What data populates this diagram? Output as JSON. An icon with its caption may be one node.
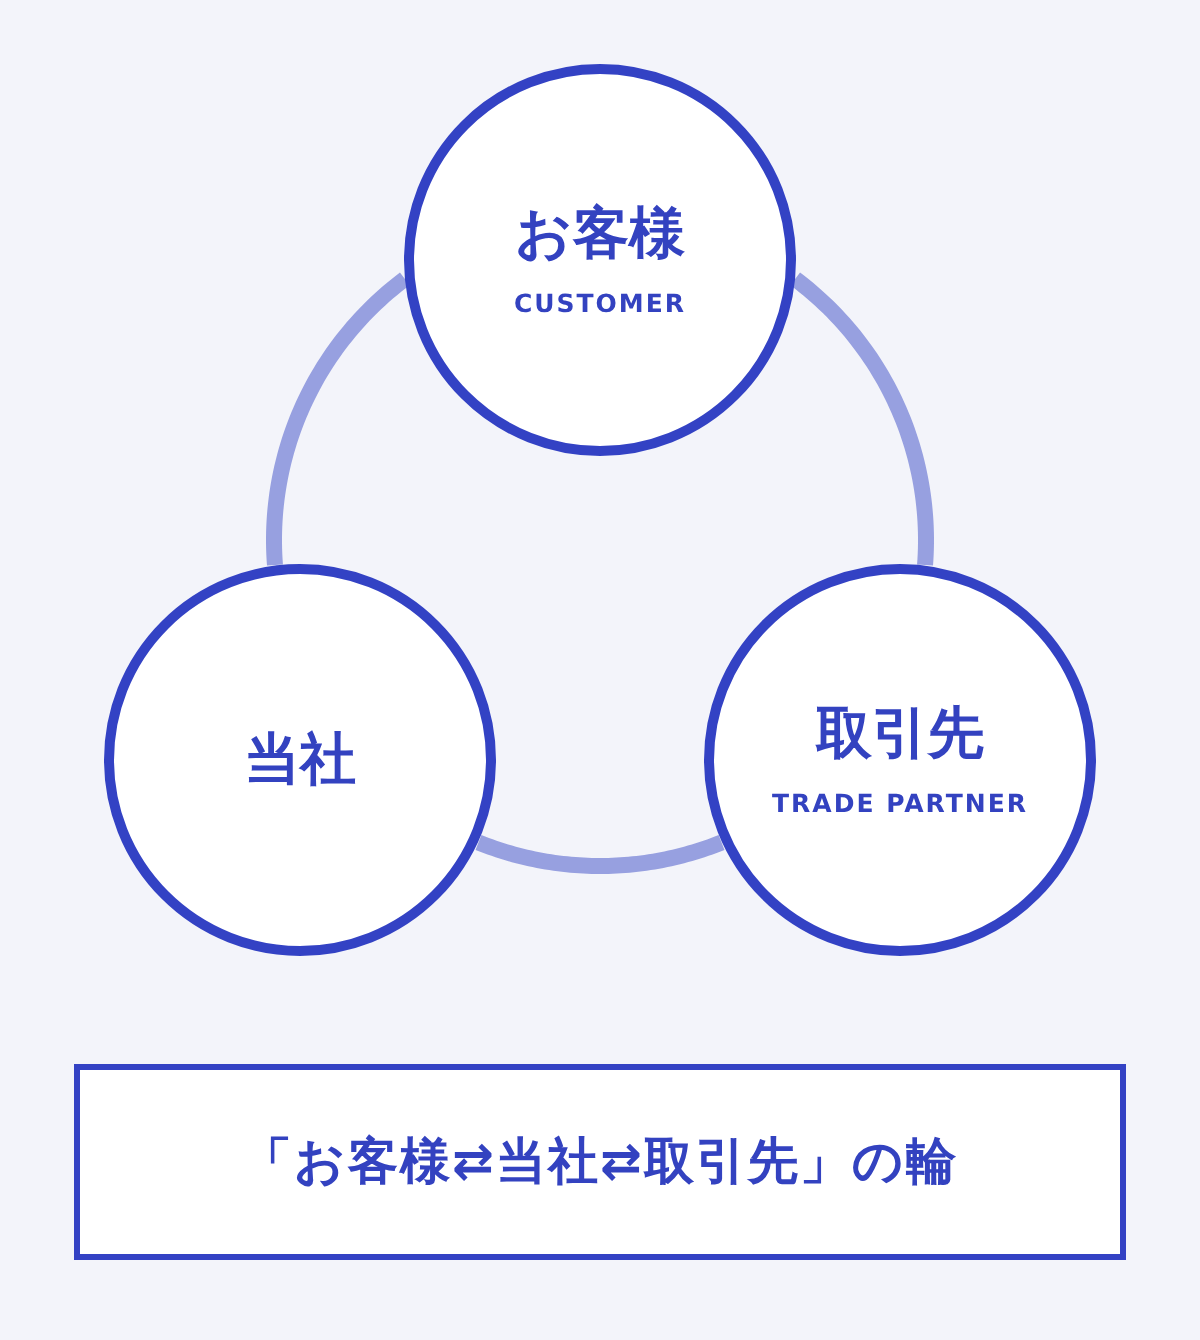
{
  "diagram": {
    "nodes": [
      {
        "text": [
          "お客様",
          "CUSTOMER"
        ]
      },
      {
        "text": [
          "当社"
        ]
      },
      {
        "text": [
          "取引先",
          "TRADE PARTNER"
        ]
      },
      {
        "text": [
          "「お客様⇄当社⇄取引先」の輪"
        ]
      }
    ],
    "edges": [
      {
        "from": 0,
        "to": 2,
        "arrow": "none"
      },
      {
        "from": 2,
        "to": 1,
        "arrow": "none"
      },
      {
        "from": 1,
        "to": 0,
        "arrow": "none"
      }
    ]
  }
}
